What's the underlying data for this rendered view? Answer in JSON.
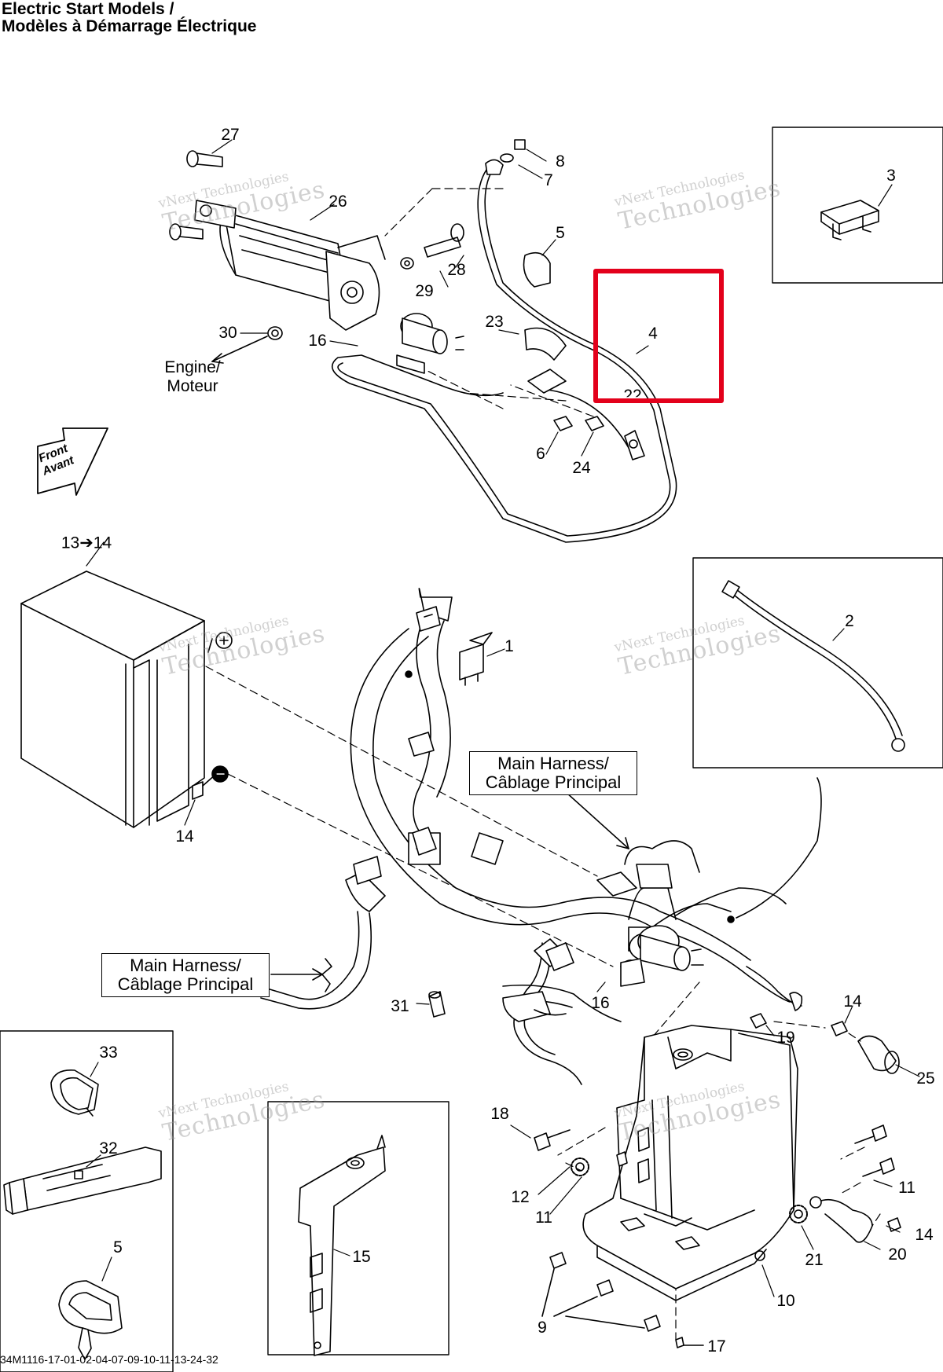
{
  "title_line1": "Electric Start Models /",
  "title_line2": "Modèles à Démarrage Électrique",
  "engine_label": [
    "Engine/",
    "Moteur"
  ],
  "front_label": [
    "Front",
    "Avant"
  ],
  "main_harness_label": [
    "Main Harness/",
    "Câblage Principal"
  ],
  "watermark": {
    "line1": "vNext Technologies",
    "line2": "Technologies"
  },
  "part_labels": {
    "p27": "27",
    "p8": "8",
    "p7": "7",
    "p26": "26",
    "p28": "28",
    "p29": "29",
    "p5a": "5",
    "p3": "3",
    "p4": "4",
    "p23": "23",
    "p30": "30",
    "p16a": "16",
    "p22": "22",
    "p6": "6",
    "p24": "24",
    "p13_14": "13➔14",
    "p1": "1",
    "p2": "2",
    "p14a": "14",
    "p16b": "16",
    "p31": "31",
    "p14b": "14",
    "p19": "19",
    "p25": "25",
    "p33": "33",
    "p32": "32",
    "p5b": "5",
    "p15": "15",
    "p18": "18",
    "p12": "12",
    "p11a": "11",
    "p11b": "11",
    "p14c": "14",
    "p21": "21",
    "p20": "20",
    "p9": "9",
    "p10": "10",
    "p17": "17"
  },
  "highlight_color": "#e3001b",
  "drawing_code": "34M1116-17-01-02-04-07-09-10-11-13-24-32"
}
